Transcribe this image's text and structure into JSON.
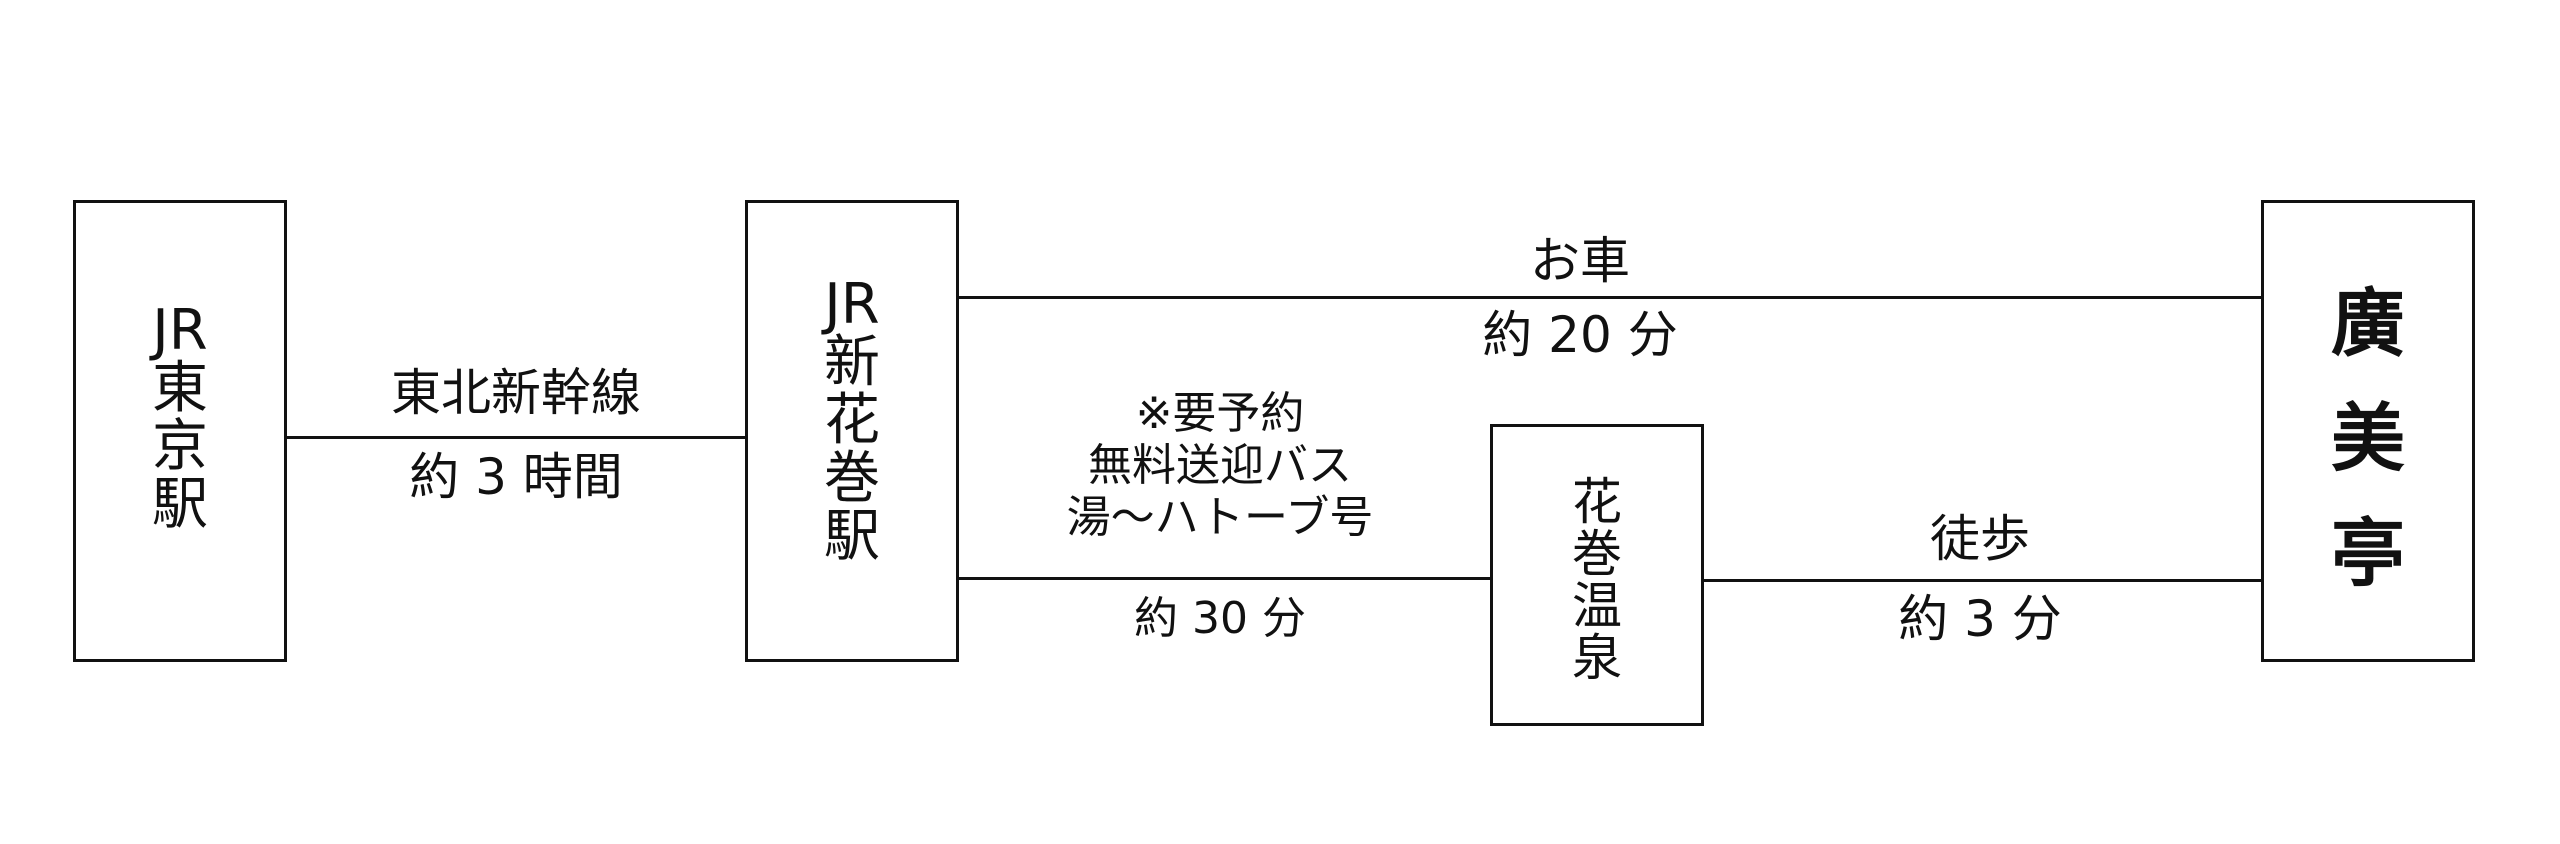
{
  "stations": {
    "tokyo": [
      "JR",
      "東",
      "京",
      "駅"
    ],
    "shinhanamaki": [
      "JR",
      "新",
      "花",
      "巻",
      "駅"
    ],
    "hanamaki_onsen": [
      "花",
      "巻",
      "温",
      "泉"
    ],
    "destination": [
      "廣",
      "美",
      "亭"
    ]
  },
  "routes": {
    "shinkansen": {
      "name": "東北新幹線",
      "time": "約 3 時間"
    },
    "car": {
      "name": "お車",
      "time": "約 20 分"
    },
    "bus": {
      "line1": "※要予約",
      "line2": "無料送迎バス",
      "line3": "湯～ハトーブ号",
      "time": "約 30 分"
    },
    "walk": {
      "name": "徒歩",
      "time": "約 3 分"
    }
  }
}
